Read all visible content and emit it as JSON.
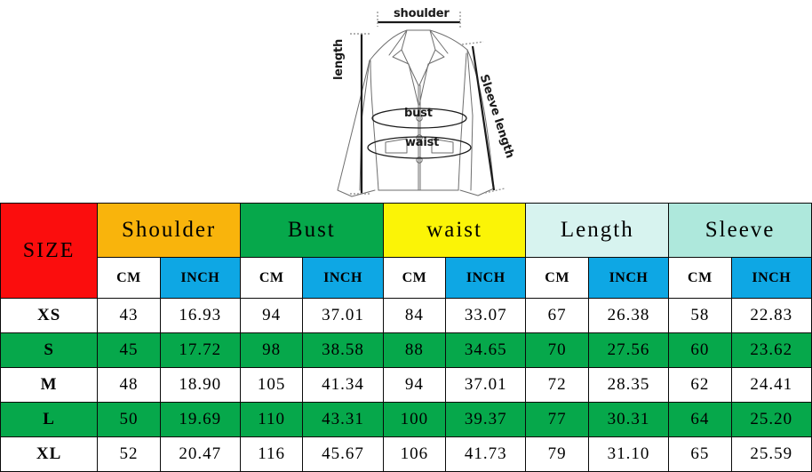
{
  "diagram": {
    "name": "blazer-measurement-diagram",
    "labels": {
      "shoulder": "shoulder",
      "bust": "bust",
      "waist": "waist",
      "length": "length",
      "sleeve_length": "Sleeve length"
    }
  },
  "table": {
    "corner_label": "SIZE",
    "groups": [
      {
        "label": "Shoulder",
        "color": "#f9b40c"
      },
      {
        "label": "Bust",
        "color": "#06a84b"
      },
      {
        "label": "waist",
        "color": "#fbf406"
      },
      {
        "label": "Length",
        "color": "#d7f3ef"
      },
      {
        "label": "Sleeve",
        "color": "#aee8dc"
      }
    ],
    "units": {
      "cm": "CM",
      "inch": "INCH"
    },
    "rows": [
      {
        "size": "XS",
        "shoulder_cm": "43",
        "shoulder_in": "16.93",
        "bust_cm": "94",
        "bust_in": "37.01",
        "waist_cm": "84",
        "waist_in": "33.07",
        "length_cm": "67",
        "length_in": "26.38",
        "sleeve_cm": "58",
        "sleeve_in": "22.83"
      },
      {
        "size": "S",
        "shoulder_cm": "45",
        "shoulder_in": "17.72",
        "bust_cm": "98",
        "bust_in": "38.58",
        "waist_cm": "88",
        "waist_in": "34.65",
        "length_cm": "70",
        "length_in": "27.56",
        "sleeve_cm": "60",
        "sleeve_in": "23.62"
      },
      {
        "size": "M",
        "shoulder_cm": "48",
        "shoulder_in": "18.90",
        "bust_cm": "105",
        "bust_in": "41.34",
        "waist_cm": "94",
        "waist_in": "37.01",
        "length_cm": "72",
        "length_in": "28.35",
        "sleeve_cm": "62",
        "sleeve_in": "24.41"
      },
      {
        "size": "L",
        "shoulder_cm": "50",
        "shoulder_in": "19.69",
        "bust_cm": "110",
        "bust_in": "43.31",
        "waist_cm": "100",
        "waist_in": "39.37",
        "length_cm": "77",
        "length_in": "30.31",
        "sleeve_cm": "64",
        "sleeve_in": "25.20"
      },
      {
        "size": "XL",
        "shoulder_cm": "52",
        "shoulder_in": "20.47",
        "bust_cm": "116",
        "bust_in": "45.67",
        "waist_cm": "106",
        "waist_in": "41.73",
        "length_cm": "79",
        "length_in": "31.10",
        "sleeve_cm": "65",
        "sleeve_in": "25.59"
      }
    ]
  },
  "colors": {
    "red": "#fb0d0d",
    "orange": "#f9b40c",
    "green": "#06a84b",
    "yellow": "#fbf406",
    "light_cyan": "#d7f3ef",
    "aqua": "#aee8dc",
    "blue": "#0ea7e4",
    "white": "#ffffff",
    "black": "#000000"
  }
}
